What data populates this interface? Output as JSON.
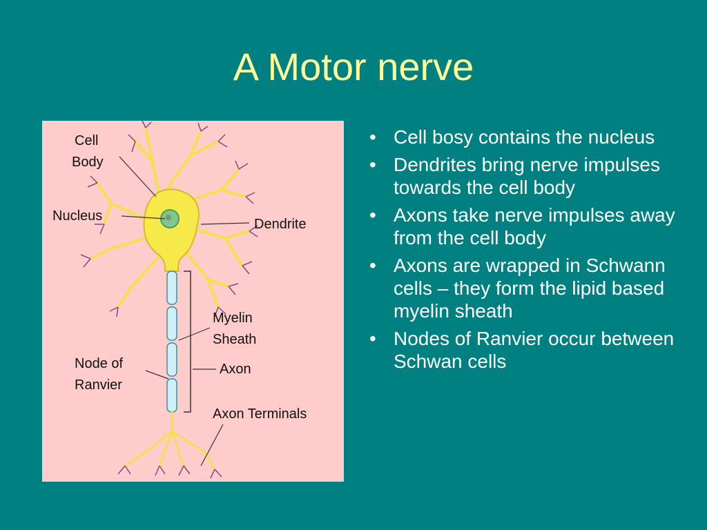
{
  "slide": {
    "title": "A Motor nerve",
    "background_color": "#008080",
    "title_color": "#FFFF99"
  },
  "figure": {
    "background_color": "#FFCCCC",
    "labels": {
      "cell_body_line1": "Cell",
      "cell_body_line2": "Body",
      "nucleus": "Nucleus",
      "dendrite": "Dendrite",
      "myelin_line1": "Myelin",
      "myelin_line2": "Sheath",
      "node_line1": "Node of",
      "node_line2": "Ranvier",
      "axon": "Axon",
      "axon_terminals": "Axon Terminals"
    }
  },
  "bullets": {
    "marker": "•",
    "items": [
      "Cell bosy contains the nucleus",
      "Dendrites bring nerve impulses towards the cell body",
      "Axons take nerve impulses away from the cell body",
      "Axons are wrapped in Schwann cells – they form the lipid based myelin sheath",
      "Nodes of Ranvier occur between Schwan cells"
    ]
  }
}
